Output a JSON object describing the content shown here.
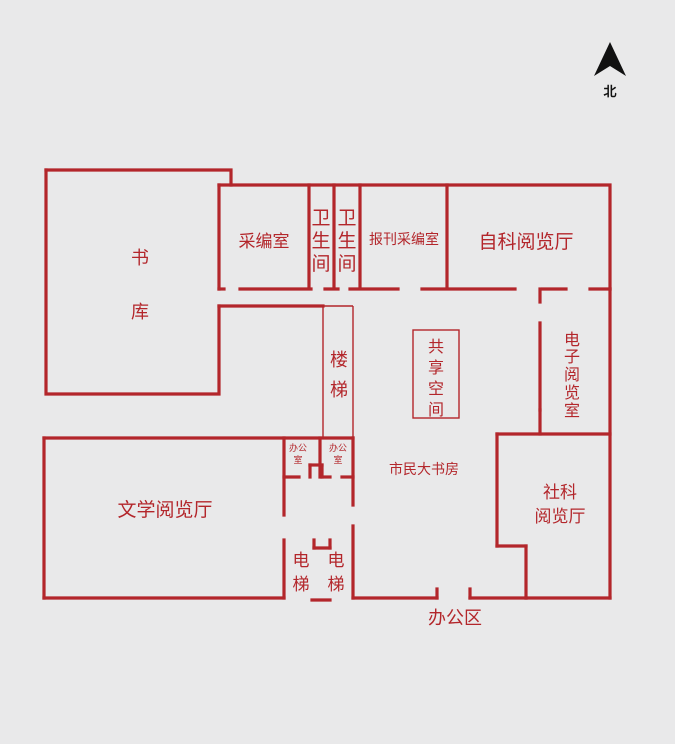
{
  "compass": {
    "label": "北",
    "icon": "north-arrow-icon"
  },
  "colors": {
    "wall": "#b3262b",
    "background": "#e9e9ea",
    "compass": "#111111"
  },
  "rooms": {
    "stacks": {
      "char1": "书",
      "char2": "库"
    },
    "acquisition": "采编室",
    "toilet1": {
      "c1": "卫",
      "c2": "生",
      "c3": "间"
    },
    "toilet2": {
      "c1": "卫",
      "c2": "生",
      "c3": "间"
    },
    "periodical_acquisition": "报刊采编室",
    "science_reading": "自科阅览厅",
    "stairs": {
      "c1": "楼",
      "c2": "梯"
    },
    "shared_space": {
      "c1": "共",
      "c2": "享",
      "c3": "空",
      "c4": "间"
    },
    "electronic_reading": {
      "c1": "电",
      "c2": "子",
      "c3": "阅",
      "c4": "览",
      "c5": "室"
    },
    "office1": {
      "line1": "办公",
      "line2": "室"
    },
    "office2": {
      "line1": "办公",
      "line2": "室"
    },
    "citizens_bookroom": "市民大书房",
    "social_science_reading": {
      "line1": "社科",
      "line2": "阅览厅"
    },
    "literature_reading": "文学阅览厅",
    "elevator1": {
      "c1": "电",
      "c2": "梯"
    },
    "elevator2": {
      "c1": "电",
      "c2": "梯"
    },
    "office_area": "办公区"
  }
}
